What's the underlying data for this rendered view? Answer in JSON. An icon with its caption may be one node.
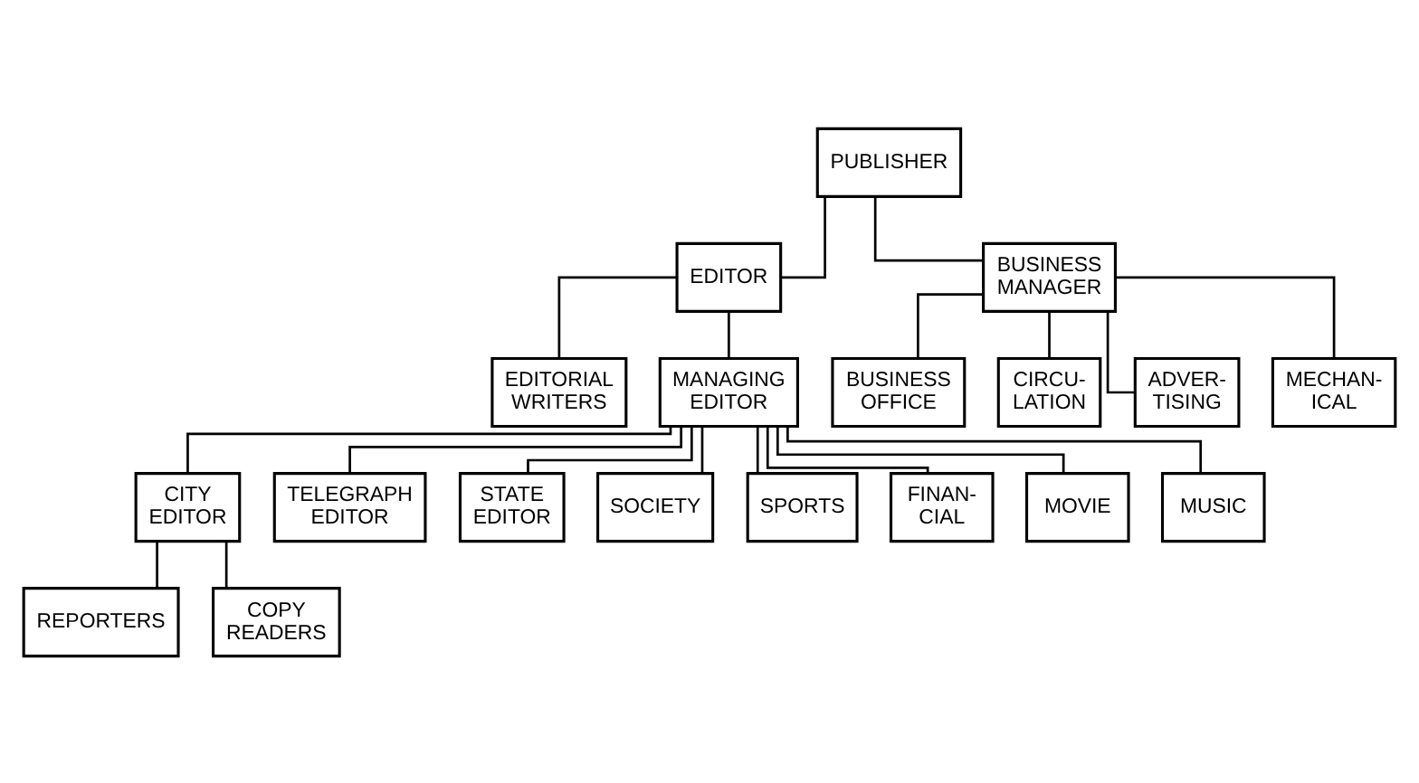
{
  "diagram": {
    "nodes": [
      {
        "text": [
          "PUBLISHER"
        ]
      },
      {
        "text": [
          "EDITOR"
        ]
      },
      {
        "text": [
          "BUSINESS MANAGER"
        ]
      },
      {
        "text": [
          "EDITORIAL WRITERS"
        ]
      },
      {
        "text": [
          "MANAGING EDITOR"
        ]
      },
      {
        "text": [
          "BUSINESS OFFICE"
        ]
      },
      {
        "text": [
          "CIRCU- LATION"
        ]
      },
      {
        "text": [
          "ADVER- TISING"
        ]
      },
      {
        "text": [
          "MECHAN- ICAL"
        ]
      },
      {
        "text": [
          "CITY EDITOR"
        ]
      },
      {
        "text": [
          "TELEGRAPH EDITOR"
        ]
      },
      {
        "text": [
          "STATE EDITOR"
        ]
      },
      {
        "text": [
          "SOCIETY"
        ]
      },
      {
        "text": [
          "SPORTS"
        ]
      },
      {
        "text": [
          "FINAN- CIAL"
        ]
      },
      {
        "text": [
          "MOVIE"
        ]
      },
      {
        "text": [
          "MUSIC"
        ]
      },
      {
        "text": [
          "REPORTERS"
        ]
      },
      {
        "text": [
          "COPY READERS"
        ]
      }
    ],
    "edges": [
      {
        "from": 0,
        "to": 1,
        "arrow": "none"
      },
      {
        "from": 0,
        "to": 2,
        "arrow": "none"
      },
      {
        "from": 1,
        "to": 3,
        "arrow": "none"
      },
      {
        "from": 1,
        "to": 4,
        "arrow": "none"
      },
      {
        "from": 2,
        "to": 5,
        "arrow": "none"
      },
      {
        "from": 2,
        "to": 6,
        "arrow": "none"
      },
      {
        "from": 2,
        "to": 7,
        "arrow": "none"
      },
      {
        "from": 2,
        "to": 8,
        "arrow": "none"
      },
      {
        "from": 4,
        "to": 9,
        "arrow": "none"
      },
      {
        "from": 4,
        "to": 10,
        "arrow": "none"
      },
      {
        "from": 4,
        "to": 11,
        "arrow": "none"
      },
      {
        "from": 4,
        "to": 12,
        "arrow": "none"
      },
      {
        "from": 4,
        "to": 13,
        "arrow": "none"
      },
      {
        "from": 4,
        "to": 14,
        "arrow": "none"
      },
      {
        "from": 4,
        "to": 15,
        "arrow": "none"
      },
      {
        "from": 4,
        "to": 16,
        "arrow": "none"
      },
      {
        "from": 9,
        "to": 17,
        "arrow": "none"
      },
      {
        "from": 9,
        "to": 18,
        "arrow": "none"
      }
    ]
  }
}
